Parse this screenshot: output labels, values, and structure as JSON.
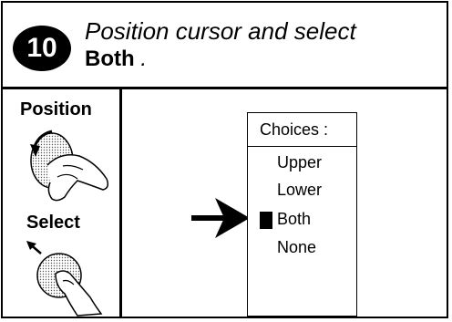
{
  "instruction": {
    "step_number": "10",
    "line1": "Position cursor and select",
    "target": "Both",
    "period": " ."
  },
  "controls": {
    "position_label": "Position",
    "select_label": "Select"
  },
  "menu": {
    "title": "Choices :",
    "items": [
      "Upper",
      "Lower",
      "Both",
      "None"
    ],
    "selected": "Both"
  },
  "icons": {
    "knob_position": "rotary-knob-turn-icon",
    "knob_select": "rotary-knob-press-icon",
    "pointer_arrow": "right-arrow-icon",
    "cursor": "block-cursor-icon"
  }
}
